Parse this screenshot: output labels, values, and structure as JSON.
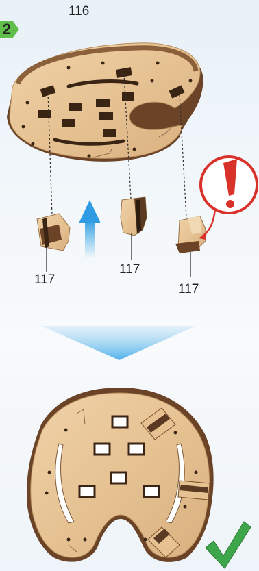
{
  "step": {
    "number": "2"
  },
  "labels": {
    "top_part": "116",
    "piece_left": "117",
    "piece_middle": "117",
    "piece_right": "117"
  },
  "colors": {
    "step_badge": "#5fbf4a",
    "wood_light": "#e9c79b",
    "wood_dark": "#5a3a22",
    "warning_red": "#d9322b",
    "arrow_blue": "#3aa6e6",
    "check_green": "#3ea64a"
  },
  "icons": {
    "warning": "exclamation-icon",
    "direction_up": "up-arrow-icon",
    "direction_down": "down-chevron-icon",
    "confirm": "checkmark-icon"
  }
}
